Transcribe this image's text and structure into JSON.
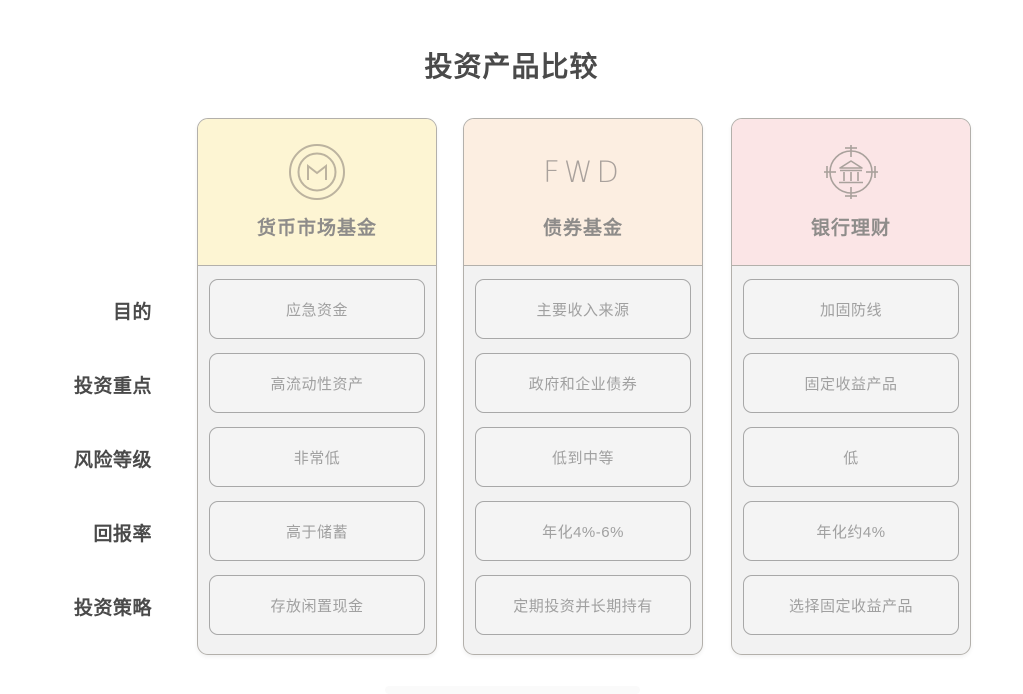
{
  "page": {
    "title": "投资产品比较",
    "background_color": "#ffffff"
  },
  "row_labels": [
    {
      "label": "目的"
    },
    {
      "label": "投资重点"
    },
    {
      "label": "风险等级"
    },
    {
      "label": "回报率"
    },
    {
      "label": "投资策略"
    }
  ],
  "columns": [
    {
      "id": "money-market",
      "title": "货币市场基金",
      "logo_type": "coin-m-icon",
      "logo_text": "",
      "header_color": "#fdf5d3",
      "cells": [
        "应急资金",
        "高流动性资产",
        "非常低",
        "高于储蓄",
        "存放闲置现金"
      ]
    },
    {
      "id": "bond-fund",
      "title": "债券基金",
      "logo_type": "fwd-wordmark",
      "logo_text": "FWD",
      "header_color": "#fceee1",
      "cells": [
        "主要收入来源",
        "政府和企业债券",
        "低到中等",
        "年化4%-6%",
        "定期投资并长期持有"
      ]
    },
    {
      "id": "bank-wealth",
      "title": "银行理财",
      "logo_type": "bank-target-icon",
      "logo_text": "",
      "header_color": "#fbe5e6",
      "cells": [
        "加固防线",
        "固定收益产品",
        "低",
        "年化约4%",
        "选择固定收益产品"
      ]
    }
  ],
  "colors": {
    "title_text": "#4a4a4a",
    "row_label_text": "#4a4a4a",
    "card_title_text": "#8e8c8a",
    "cell_text": "#a0a0a0",
    "cell_border": "#a8a8a8",
    "card_border": "#b3b0ab",
    "card_body_bg": "#f2f2f2",
    "icon_stroke": "#a9a19c"
  }
}
